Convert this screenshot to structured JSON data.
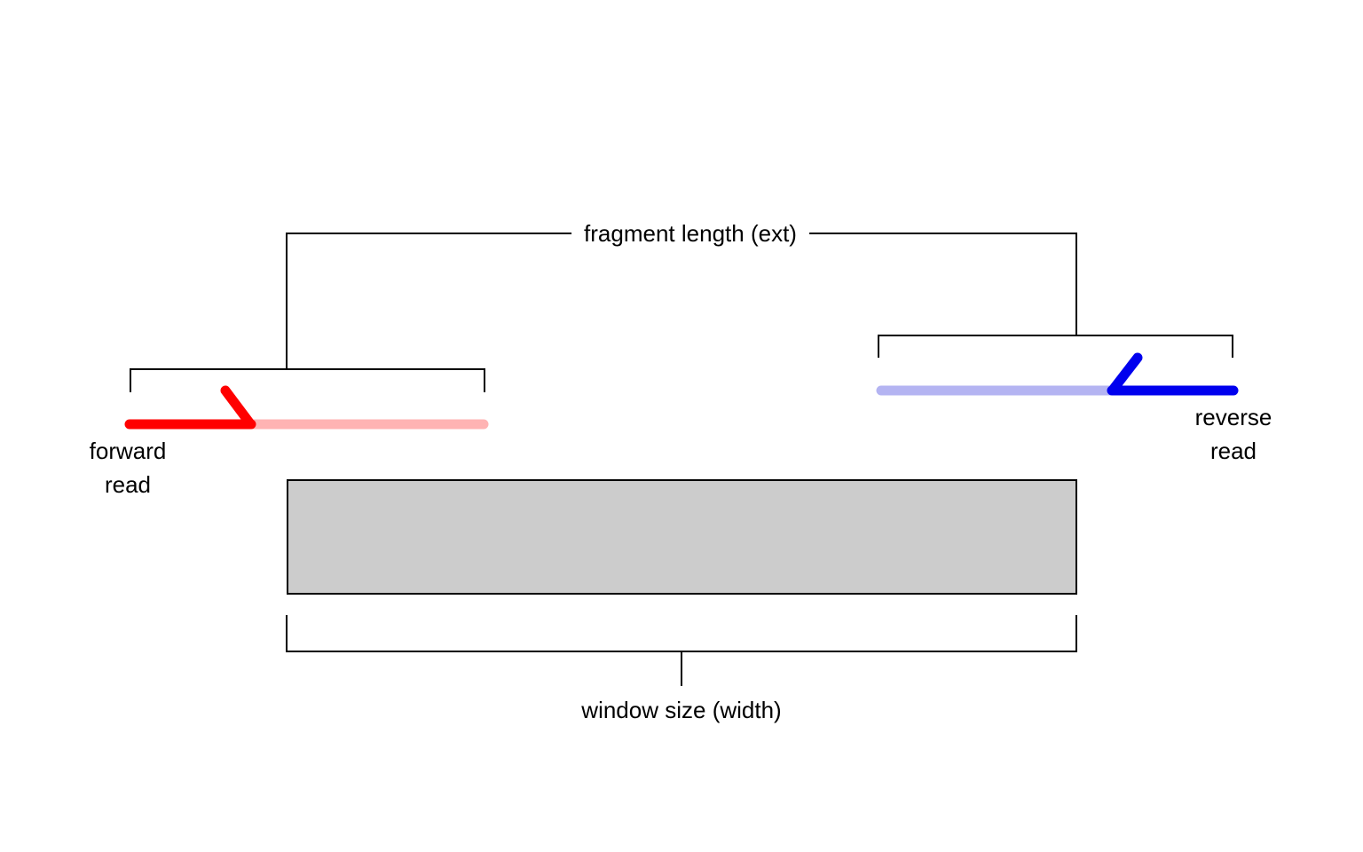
{
  "labels": {
    "fragment_length": "fragment length (ext)",
    "forward_read_line1": "forward",
    "forward_read_line2": "read",
    "reverse_read_line1": "reverse",
    "reverse_read_line2": "read",
    "window_size": "window size (width)"
  },
  "colors": {
    "connector_line": "#000000",
    "forward_read": "#ff0000",
    "forward_extension": "#ffb3b3",
    "reverse_read": "#0000ee",
    "reverse_extension": "#b4b4f2",
    "window_fill": "#cccccc",
    "window_border": "#000000"
  }
}
